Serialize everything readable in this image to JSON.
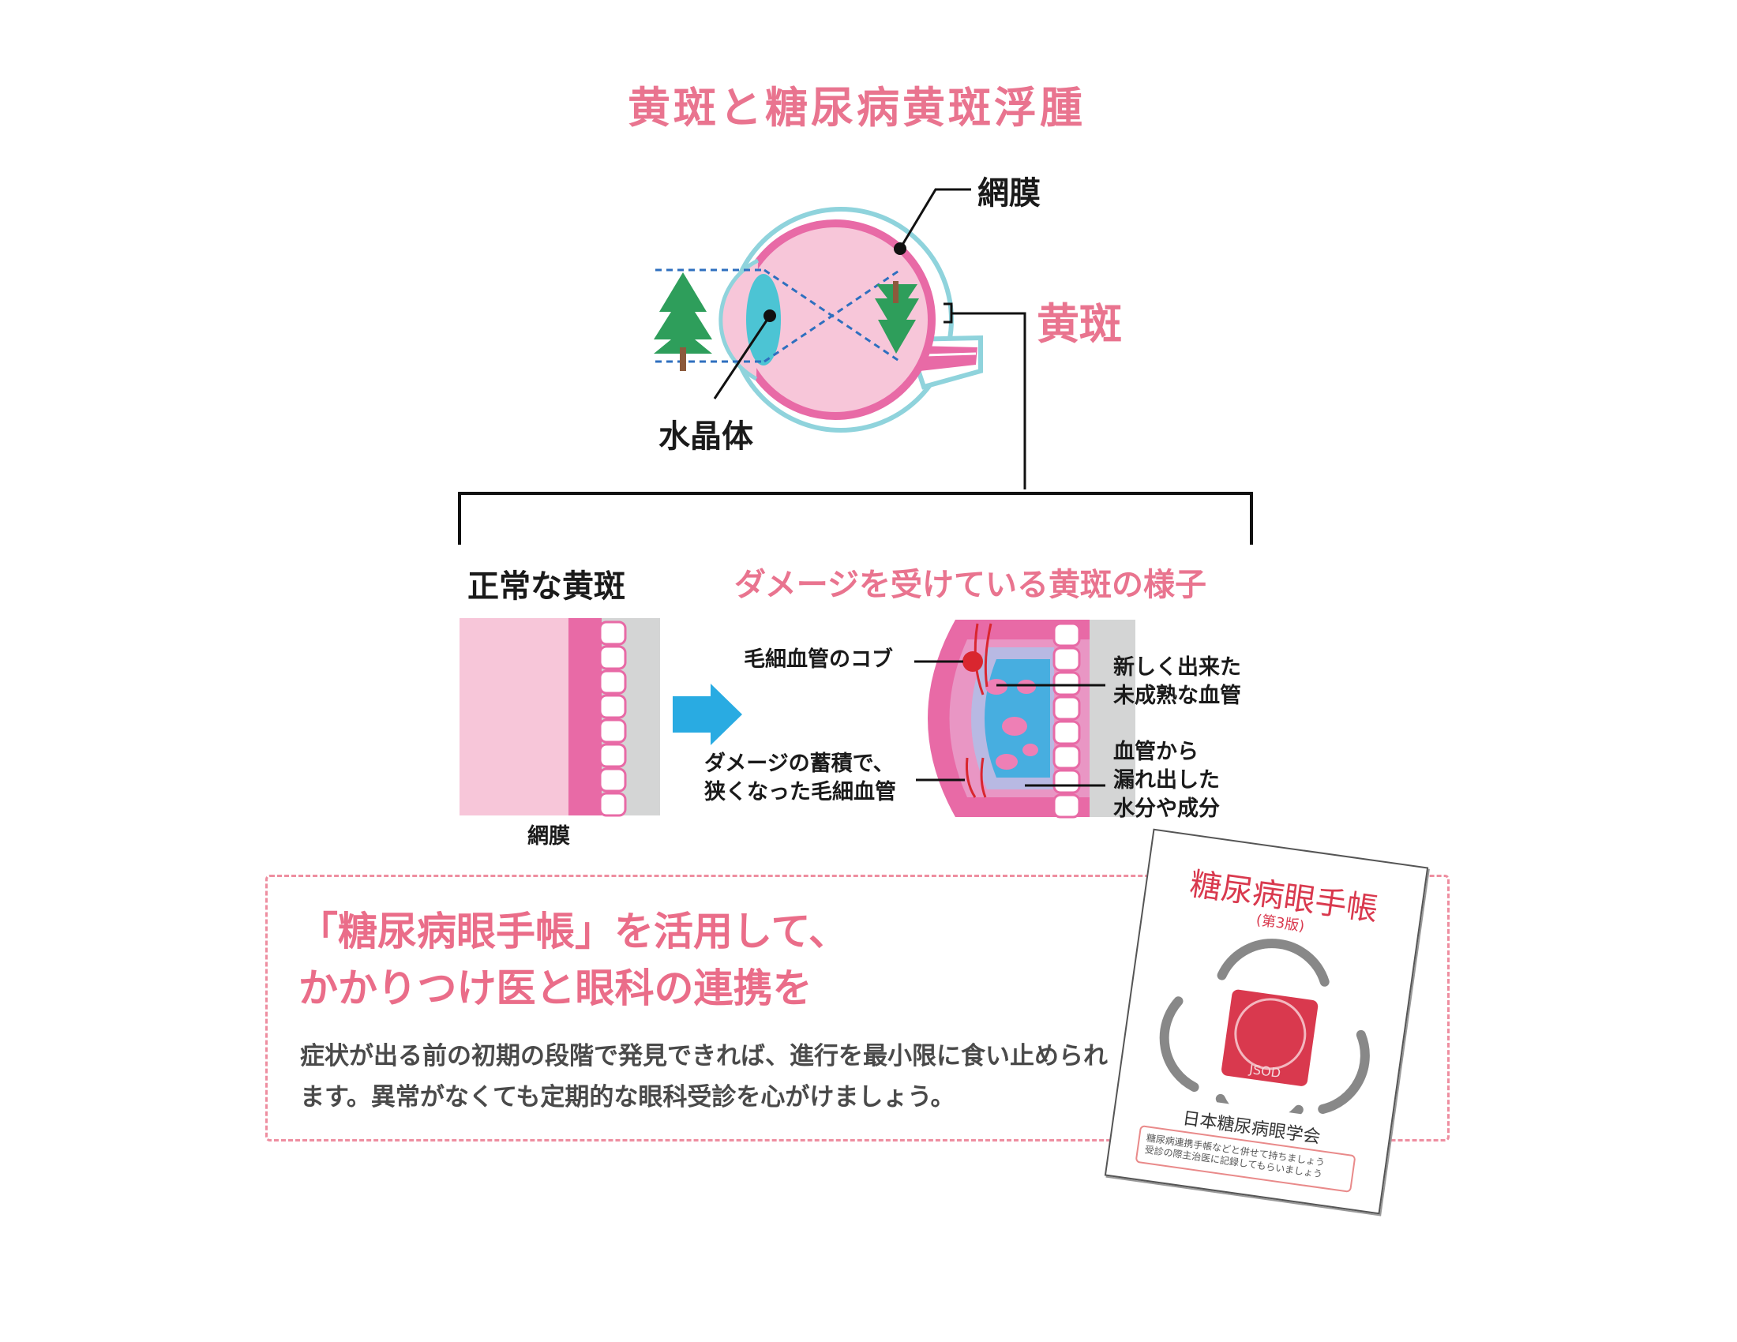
{
  "title": "黄斑と糖尿病黄斑浮腫",
  "eye": {
    "retina_label": "網膜",
    "macula_label": "黄斑",
    "lens_label": "水晶体"
  },
  "normal": {
    "heading": "正常な黄斑",
    "retina_caption": "網膜"
  },
  "damaged": {
    "heading": "ダメージを受けている黄斑の様子",
    "capillary_bump": "毛細血管のコブ",
    "narrowed_capillary": "ダメージの蓄積で、\n狭くなった毛細血管",
    "new_vessels": "新しく出来た\n未成熟な血管",
    "leakage": "血管から\n漏れ出した\n水分や成分"
  },
  "panel": {
    "headline_line1": "「糖尿病眼手帳」を活用して、",
    "headline_line2": "かかりつけ医と眼科の連携を",
    "body": "症状が出る前の初期の段階で発見できれば、進行を最小限に食い止められます。異常がなくても定期的な眼科受診を心がけましょう。"
  },
  "booklet": {
    "title": "糖尿病眼手帳",
    "edition": "(第3版)",
    "logo_text": "JSOD",
    "organization": "日本糖尿病眼学会",
    "note": "糖尿病連携手帳などと併せて持ちましょう\n受診の際主治医に記録してもらいましょう"
  },
  "colors": {
    "accent_pink": "#e9748f",
    "retina_pink": "#e86aa6",
    "light_pink": "#f7c6d9",
    "lens_blue": "#4cc4d4",
    "arrow_blue": "#29abe2",
    "tree_green": "#2e9e5b",
    "booklet_red": "#d9394e"
  }
}
